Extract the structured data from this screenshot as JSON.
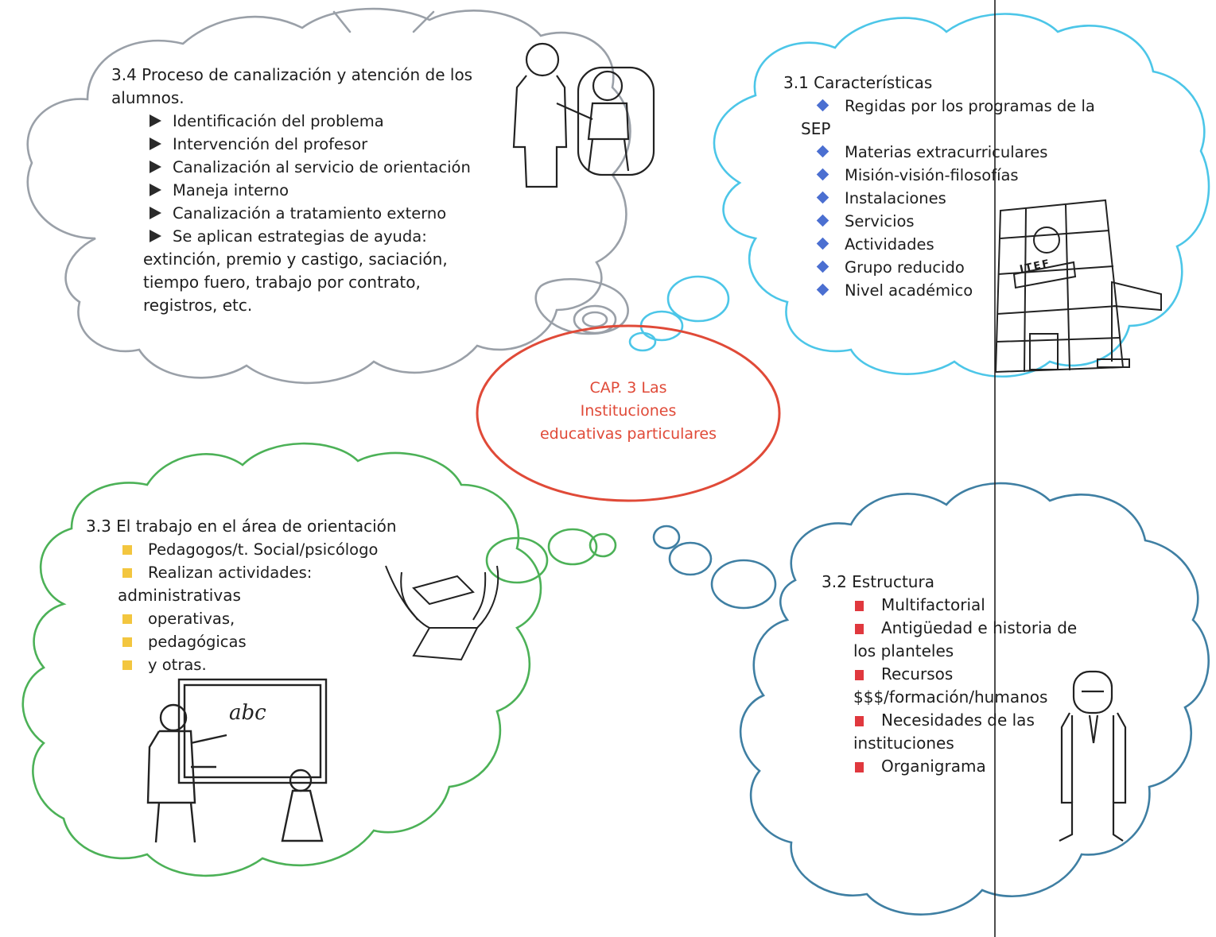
{
  "center": {
    "line1": "CAP. 3 Las",
    "line2": "Instituciones",
    "line3": "educativas particulares",
    "color": "#e04a38"
  },
  "section_3_4": {
    "title_line1": "3.4 Proceso de canalización y atención de los",
    "title_line2": "alumnos.",
    "items": [
      "Identificación del problema",
      "Intervención del profesor",
      "Canalización al servicio de orientación",
      "Maneja interno",
      "Canalización a tratamiento externo",
      "Se aplican estrategias de ayuda:"
    ],
    "continuation": [
      "extinción, premio y castigo, saciación,",
      "tiempo fuero, trabajo por contrato,",
      "registros, etc."
    ],
    "cloud_color": "#9aa0a8"
  },
  "section_3_1": {
    "title": "3.1 Características",
    "items": [
      "Regidas por los programas de la",
      "Materias extracurriculares",
      "Misión-visión-filosofías",
      "Instalaciones",
      "Servicios",
      "Actividades",
      "Grupo reducido",
      "Nivel académico"
    ],
    "item0_continuation": "SEP",
    "cloud_color": "#4cc6e8",
    "bullet_color": "#4b6fd1"
  },
  "section_3_3": {
    "title": "3.3 El trabajo en el área de orientación",
    "items": [
      "Pedagogos/t. Social/psicólogo",
      "Realizan actividades:"
    ],
    "continuation": "administrativas",
    "items2": [
      "operativas,",
      "pedagógicas",
      "y otras."
    ],
    "cloud_color": "#4cb157",
    "bullet_color": "#f3c63f",
    "blackboard_text": "abc"
  },
  "section_3_2": {
    "title": "3.2 Estructura",
    "items": [
      {
        "text": "Multifactorial",
        "cont": ""
      },
      {
        "text": "Antigüedad e historia de",
        "cont": "los planteles"
      },
      {
        "text": "Recursos",
        "cont": "$$$/formación/humanos"
      },
      {
        "text": "Necesidades de las",
        "cont": "instituciones"
      },
      {
        "text": "Organigrama",
        "cont": ""
      }
    ],
    "cloud_color": "#3f7fa3",
    "bullet_color": "#e0383e"
  },
  "building_sign": "ITEF",
  "center_ellipse_color": "#e04a38"
}
